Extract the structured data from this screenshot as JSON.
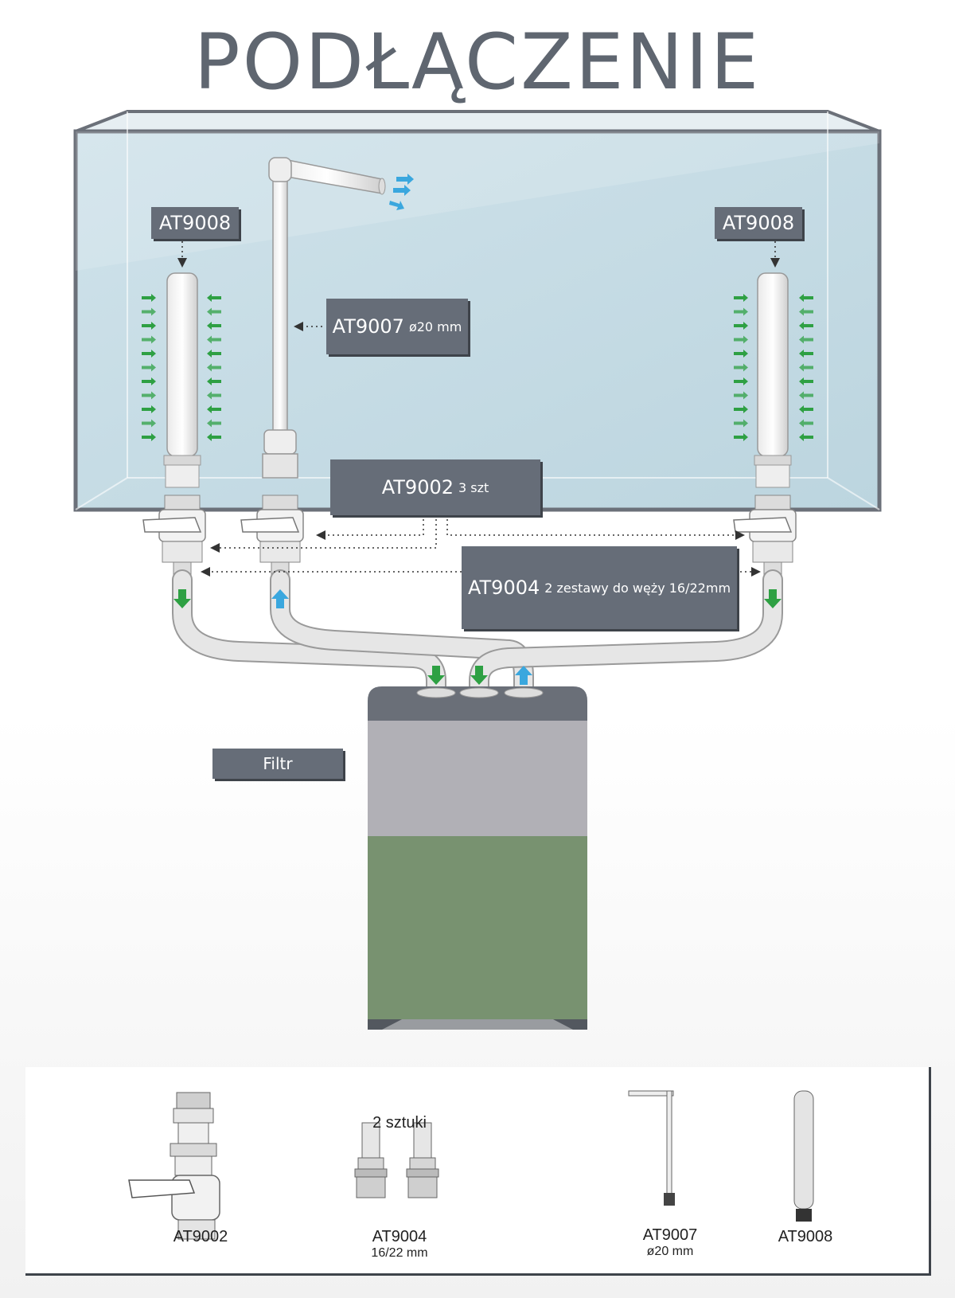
{
  "title": "PODŁĄCZENIE",
  "labels": {
    "at9008_left": "AT9008",
    "at9008_right": "AT9008",
    "at9007_code": "AT9007",
    "at9007_size": "ø20 mm",
    "at9002_code": "AT9002",
    "at9002_qty": "3 szt",
    "at9004_code": "AT9004",
    "at9004_desc": "2 zestawy do węży 16/22mm",
    "filter": "Filtr"
  },
  "parts_panel": {
    "at9002": {
      "name": "AT9002"
    },
    "at9004": {
      "qty": "2 sztuki",
      "name": "AT9004",
      "sub": "16/22 mm"
    },
    "at9007": {
      "name": "AT9007",
      "sub": "ø20 mm"
    },
    "at9008": {
      "name": "AT9008"
    }
  },
  "colors": {
    "label_bg": "#666d78",
    "water": "#c9dde6",
    "tank_frame": "#6b7079",
    "filter_top": "#b1b0b6",
    "filter_bottom": "#789270",
    "flow_green": "#2ea043",
    "flow_blue": "#3aa7de"
  }
}
